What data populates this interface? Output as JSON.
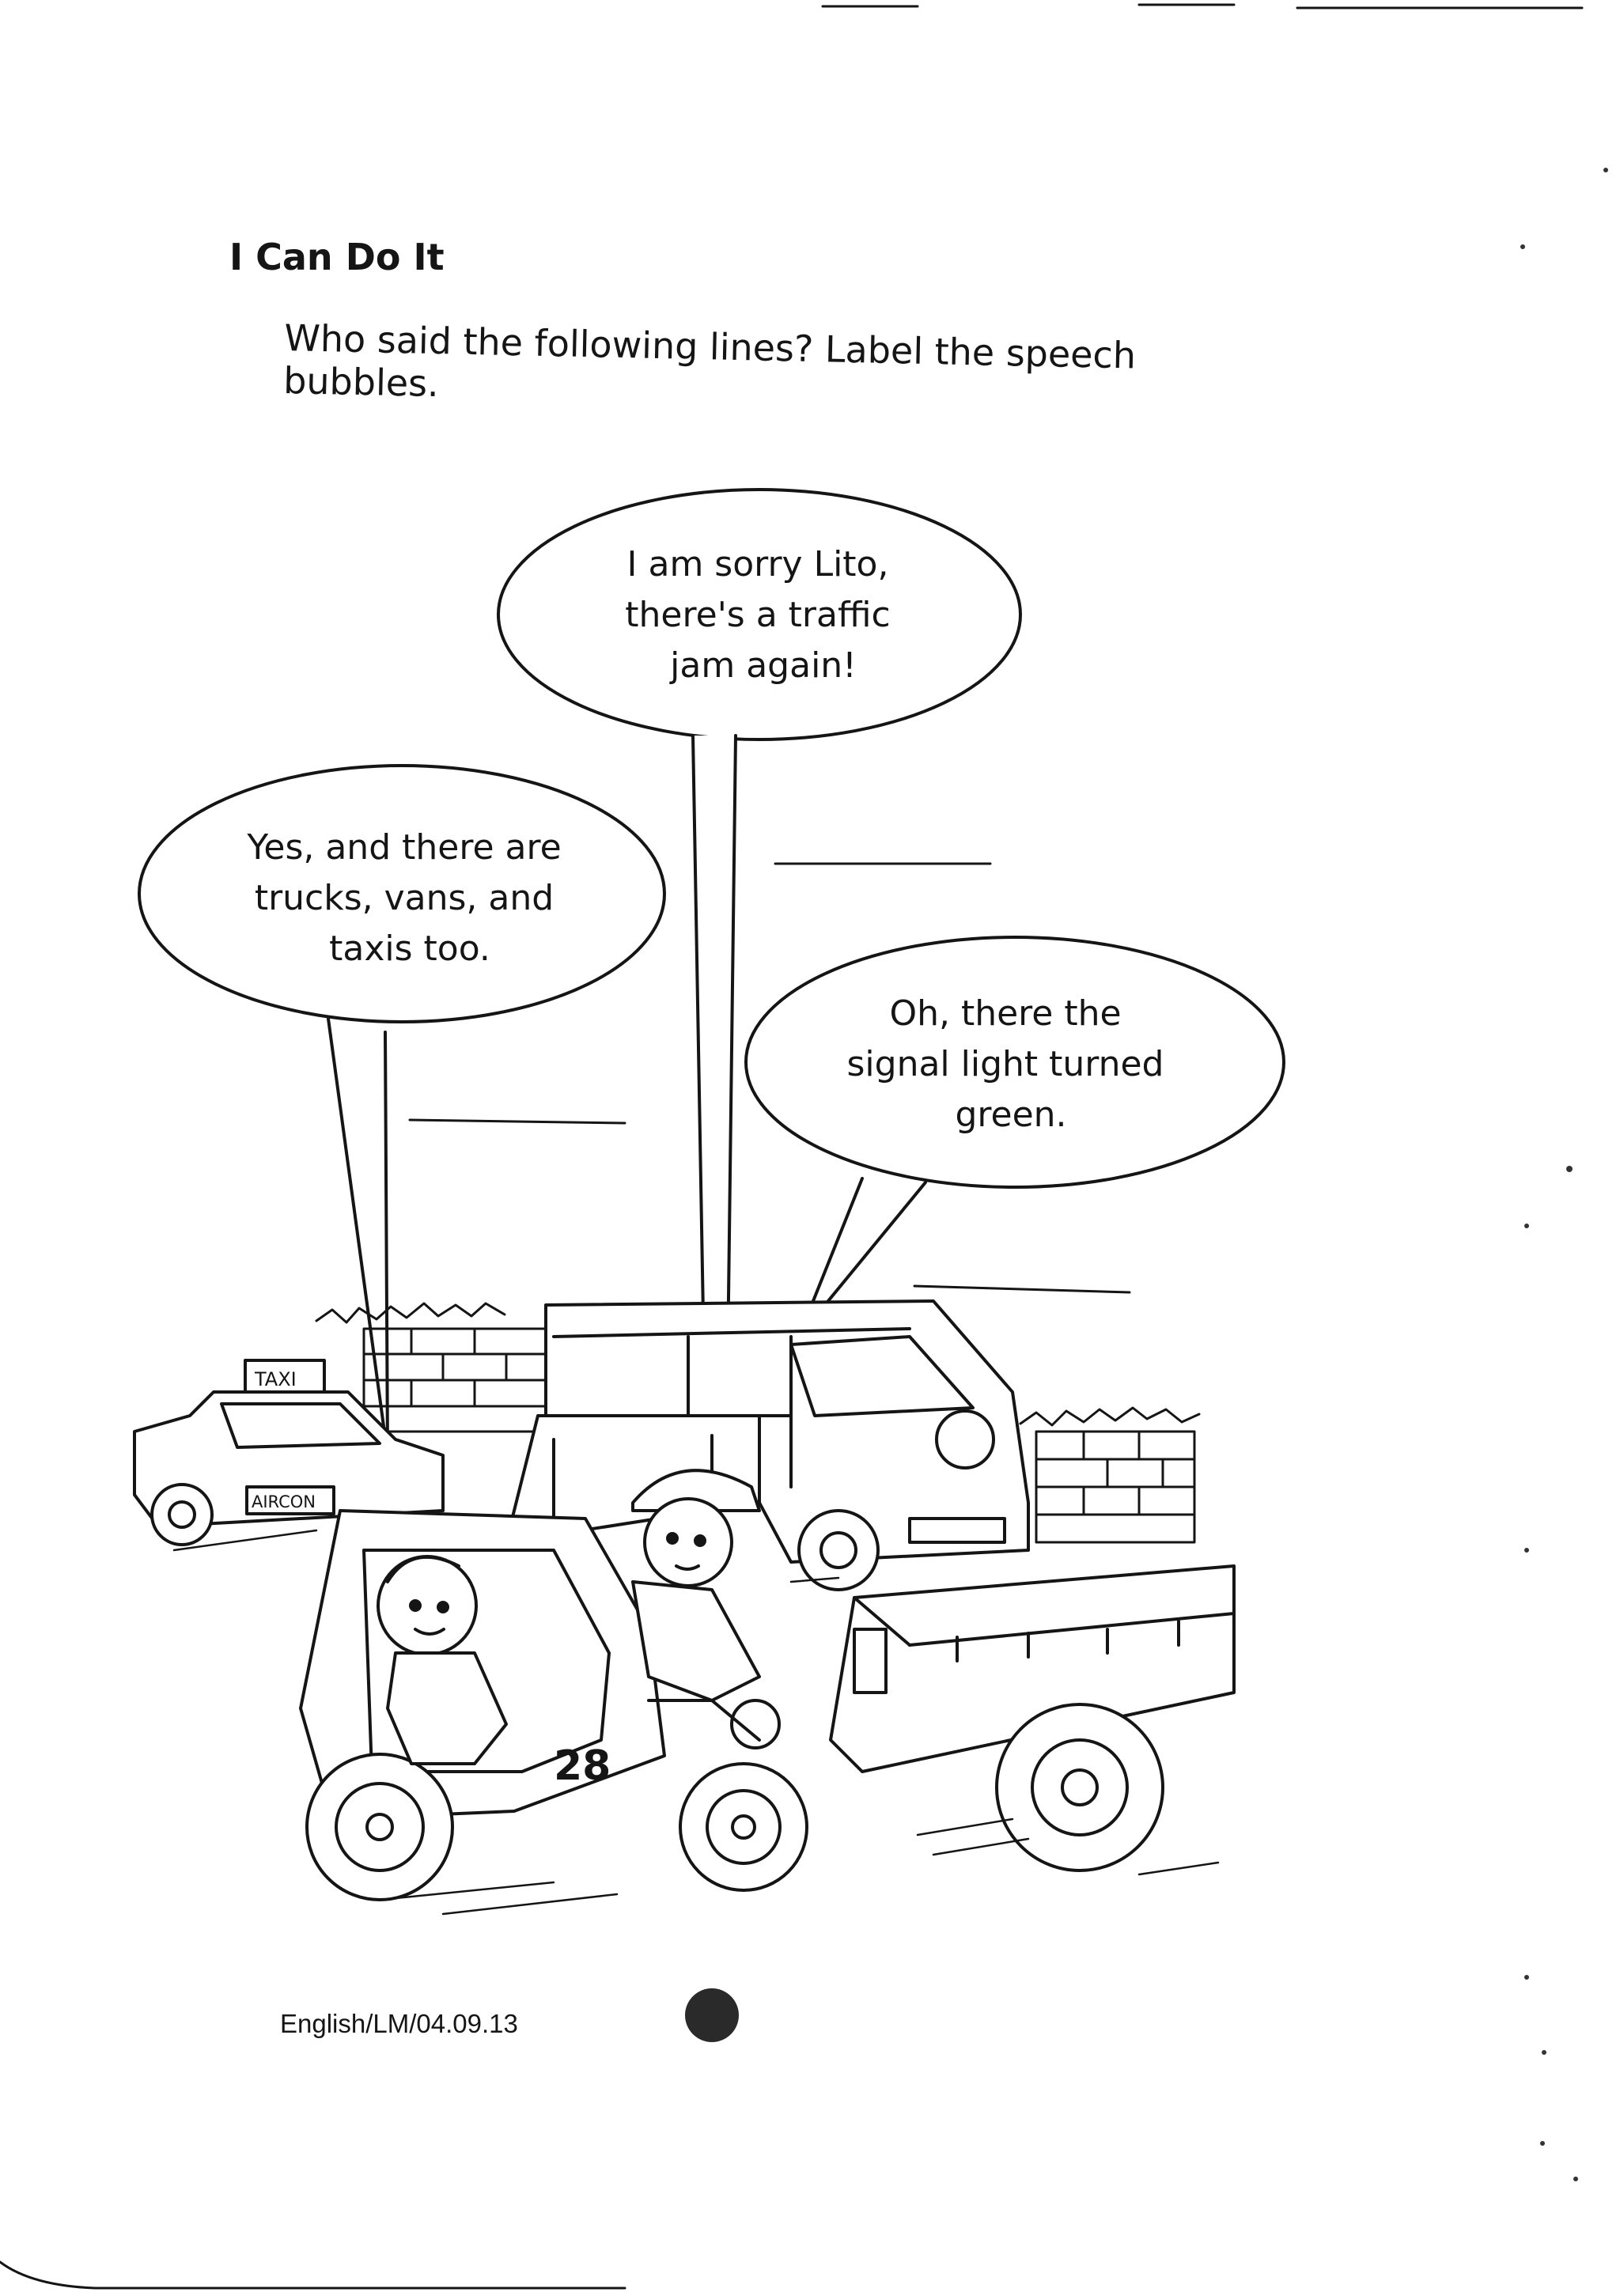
{
  "heading": "I Can Do It",
  "instruction": "Who said the following lines? Label the speech bubbles.",
  "bubbles": [
    {
      "lines": [
        "I am sorry Lito,",
        "there's a traffic",
        "jam again!"
      ]
    },
    {
      "lines": [
        "Yes, and there are",
        "trucks, vans, and",
        "taxis too."
      ]
    },
    {
      "lines": [
        "Oh, there the",
        "signal light turned",
        "green."
      ]
    }
  ],
  "vehicle_labels": {
    "taxi_sign": "TAXI",
    "taxi_door": "AIRCON",
    "tricycle_number": "28"
  },
  "footer": "English/LM/04.09.13"
}
